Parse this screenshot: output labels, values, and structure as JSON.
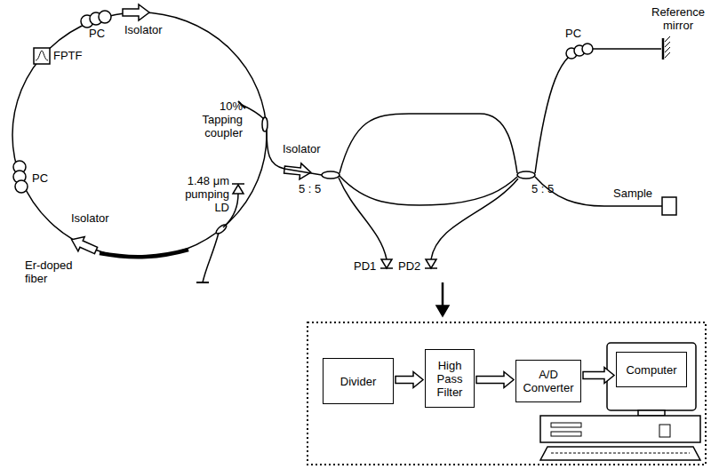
{
  "diagram": {
    "nodes": [
      {
        "text": [
          "Divider"
        ]
      },
      {
        "text": [
          "High Pass Filter"
        ]
      },
      {
        "text": [
          "A/D Converter"
        ]
      },
      {
        "text": [
          "Computer"
        ]
      }
    ],
    "edges": [
      {
        "from": 0,
        "to": 1,
        "arrow": "to"
      },
      {
        "from": 1,
        "to": 2,
        "arrow": "to"
      },
      {
        "from": 2,
        "to": 3,
        "arrow": "to"
      }
    ],
    "labels": [
      "PC",
      "Isolator",
      "FPTF",
      "10% Tapping coupler",
      "Isolator",
      "1.48 μm pumping LD",
      "PC",
      "Isolator",
      "Er-doped fiber",
      "5 : 5",
      "5 : 5",
      "PD1",
      "PD2",
      "PC",
      "Reference mirror",
      "Sample"
    ]
  }
}
